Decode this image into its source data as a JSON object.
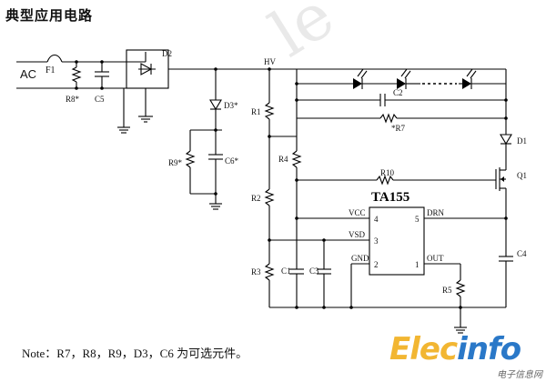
{
  "title": "典型应用电路",
  "note": "Note：R7，R8，R9，D3，C6 为可选元件。",
  "watermark": "le",
  "logo": {
    "part_a": "Elec",
    "part_b": "info",
    "sub": "电子信息网"
  },
  "labels": {
    "ac": "AC",
    "f1": "F1",
    "r8": "R8*",
    "c5": "C5",
    "d2": "D2",
    "d3": "D3*",
    "r9": "R9*",
    "c6": "C6*",
    "hv": "HV",
    "r1": "R1",
    "r4": "R4",
    "r2": "R2",
    "r3": "R3",
    "c1": "C1",
    "c3": "C3",
    "c2": "C2",
    "r7": "*R7",
    "d1": "D1",
    "q1": "Q1",
    "r10": "R10",
    "c4": "C4",
    "r5": "R5",
    "chip": "TA155",
    "vcc": "VCC",
    "vsd": "VSD",
    "gnd": "GND",
    "drn": "DRN",
    "out": "OUT",
    "pin4": "4",
    "pin3": "3",
    "pin2": "2",
    "pin5": "5",
    "pin1": "1"
  },
  "colors": {
    "logo_yellow": "#f2b632",
    "logo_blue": "#2a78c8"
  }
}
